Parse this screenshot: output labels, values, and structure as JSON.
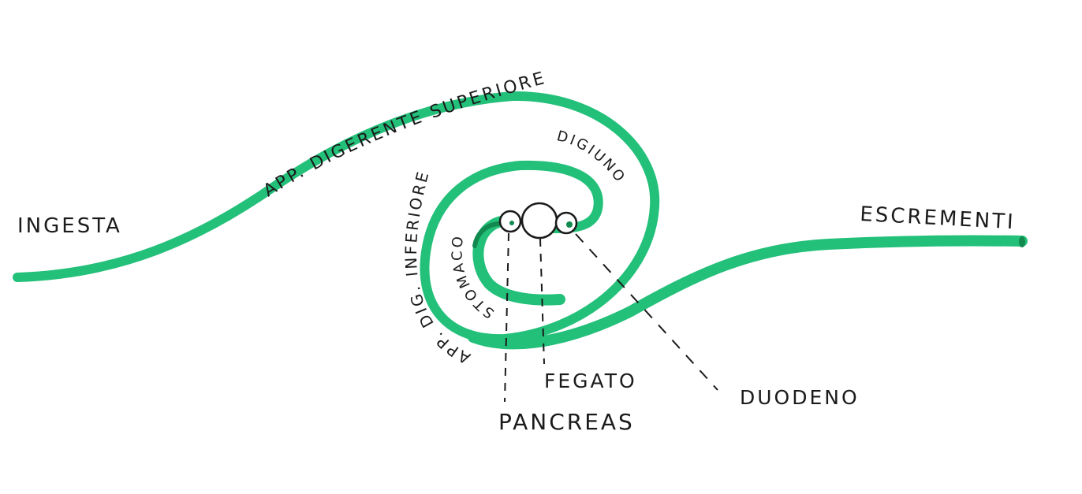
{
  "labels": {
    "ingesta": "INGESTA",
    "upper_tract": "APP. DIGERENTE SUPERIORE",
    "jejunum": "DIGIUNO",
    "lower_tract": "APP. DIG. INFERIORE",
    "stomach": "STOMACO",
    "liver": "FEGATO",
    "pancreas": "PANCREAS",
    "duodenum": "DUODENO",
    "excrement": "ESCREMENTI"
  },
  "colors": {
    "tract": "#23c07a",
    "tract_dark": "#11894f",
    "ink": "#1b1b1b"
  }
}
